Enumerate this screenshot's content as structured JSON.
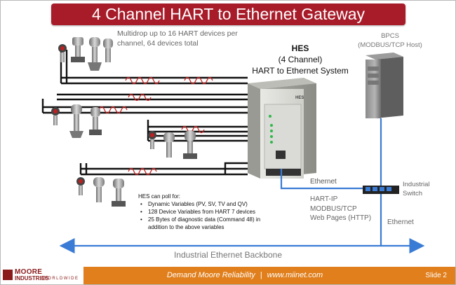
{
  "title": "4 Channel HART to Ethernet Gateway",
  "multidrop_note": "Multidrop up to 16 HART devices per channel, 64 devices total",
  "hes": {
    "name": "HES",
    "channels": "(4 Channel)",
    "description": "HART to Ethernet System"
  },
  "bpcs": {
    "name": "BPCS",
    "host": "(MODBUS/TCP Host)"
  },
  "ethernet_label": "Ethernet",
  "protocols": [
    "HART-IP",
    "MODBUS/TCP",
    "Web Pages (HTTP)"
  ],
  "switch_label": [
    "Industrial",
    "Switch"
  ],
  "ethernet_label_2": "Ethernet",
  "backbone_label": "Industrial Ethernet Backbone",
  "poll": {
    "heading": "HES can poll for:",
    "items": [
      "Dynamic Variables (PV, SV, TV and QV)",
      "128 Device Variables from HART 7 devices",
      "25 Bytes of diagnostic data (Command 48) in",
      "addition to the above variables"
    ]
  },
  "footer": {
    "logo_top": "MOORE",
    "logo_bottom": "INDUSTRIES",
    "logo_worldwide": "WORLDWIDE",
    "tagline": "Demand Moore Reliability",
    "separator": "|",
    "website": "www.miinet.com",
    "slide": "Slide 2"
  },
  "colors": {
    "title_bar": "#a81c2a",
    "footer_bar": "#e07f1c",
    "ethernet_line": "#3a7bd5",
    "hart_signal": "#cc1f1f",
    "cable": "#111111"
  },
  "icons": [
    "hart-transmitter-icon",
    "gateway-module-icon",
    "server-tower-icon",
    "network-switch-icon"
  ]
}
